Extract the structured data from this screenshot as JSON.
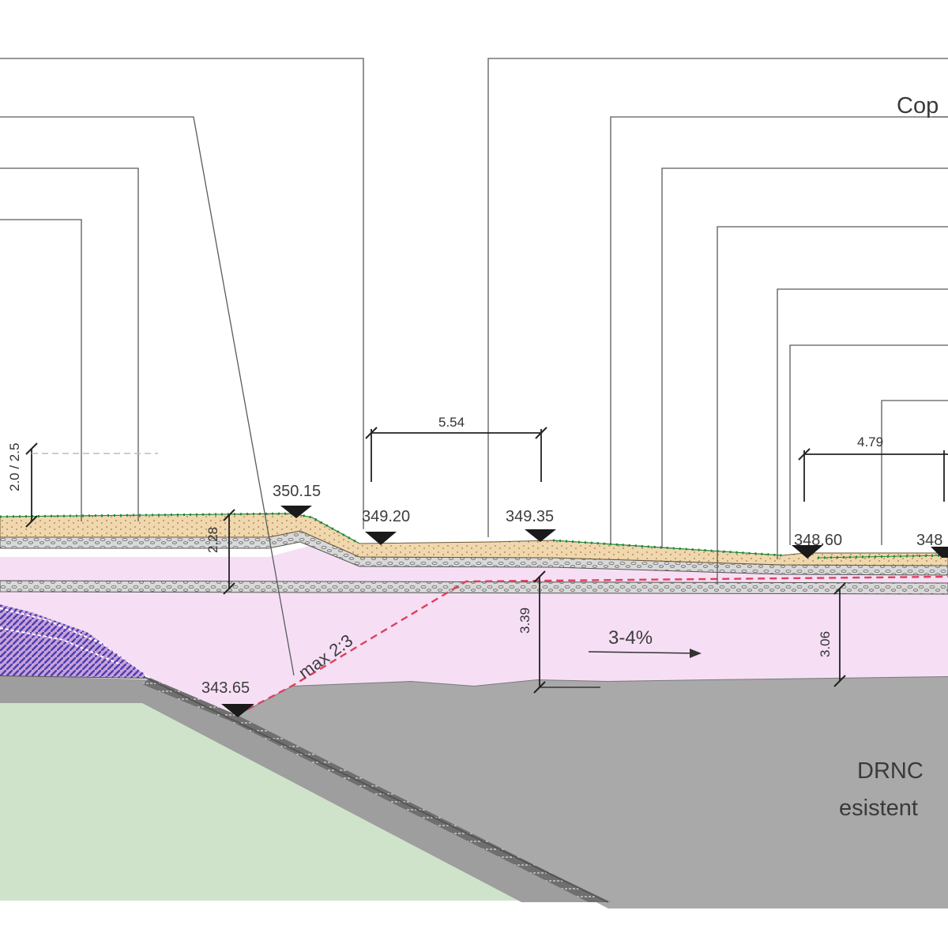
{
  "labels": {
    "top_callout": "Cop",
    "dim_top_left": "5.54",
    "dim_top_right": "4.79",
    "dim_vertical_left_small": "2.0 / 2.5",
    "dim_vertical_left": "2.28",
    "dim_vertical_mid": "3.39",
    "dim_vertical_right": "3.06",
    "slope_note": "max 2:3",
    "gradient_note": "3-4%",
    "region_line1": "DRNC",
    "region_line2": "esistent"
  },
  "elevations": [
    {
      "id": "el-350-15",
      "value": "350.15"
    },
    {
      "id": "el-349-20",
      "value": "349.20"
    },
    {
      "id": "el-349-35",
      "value": "349.35"
    },
    {
      "id": "el-348-60",
      "value": "348.60"
    },
    {
      "id": "el-348-partial",
      "value": "348"
    },
    {
      "id": "el-343-65",
      "value": "343.65"
    }
  ],
  "colors": {
    "ground_gray": "#a9a9a9",
    "green_area": "#cfe3ca",
    "pink_fill": "#f6dff5",
    "topsoil": "#f2d9b0",
    "grass_dots": "#1e8a3a",
    "red_dashed": "#e0405c",
    "purple_layers": "#5d4fb8"
  }
}
